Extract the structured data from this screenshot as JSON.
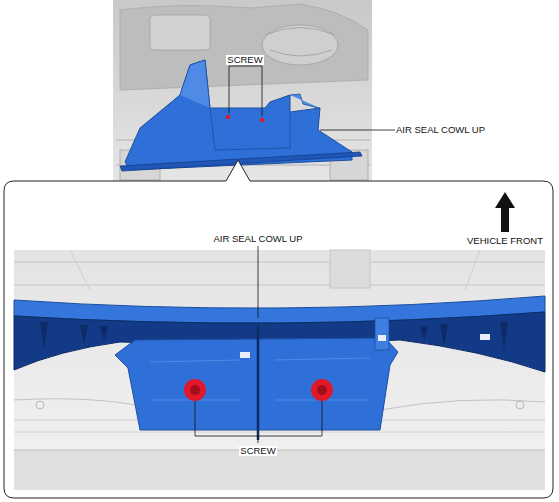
{
  "diagram": {
    "labels": [
      "SCREW",
      "AIR SEAL COWL UP",
      "AIR SEAL COWL UP",
      "VEHICLE FRONT",
      "SCREW"
    ]
  }
}
